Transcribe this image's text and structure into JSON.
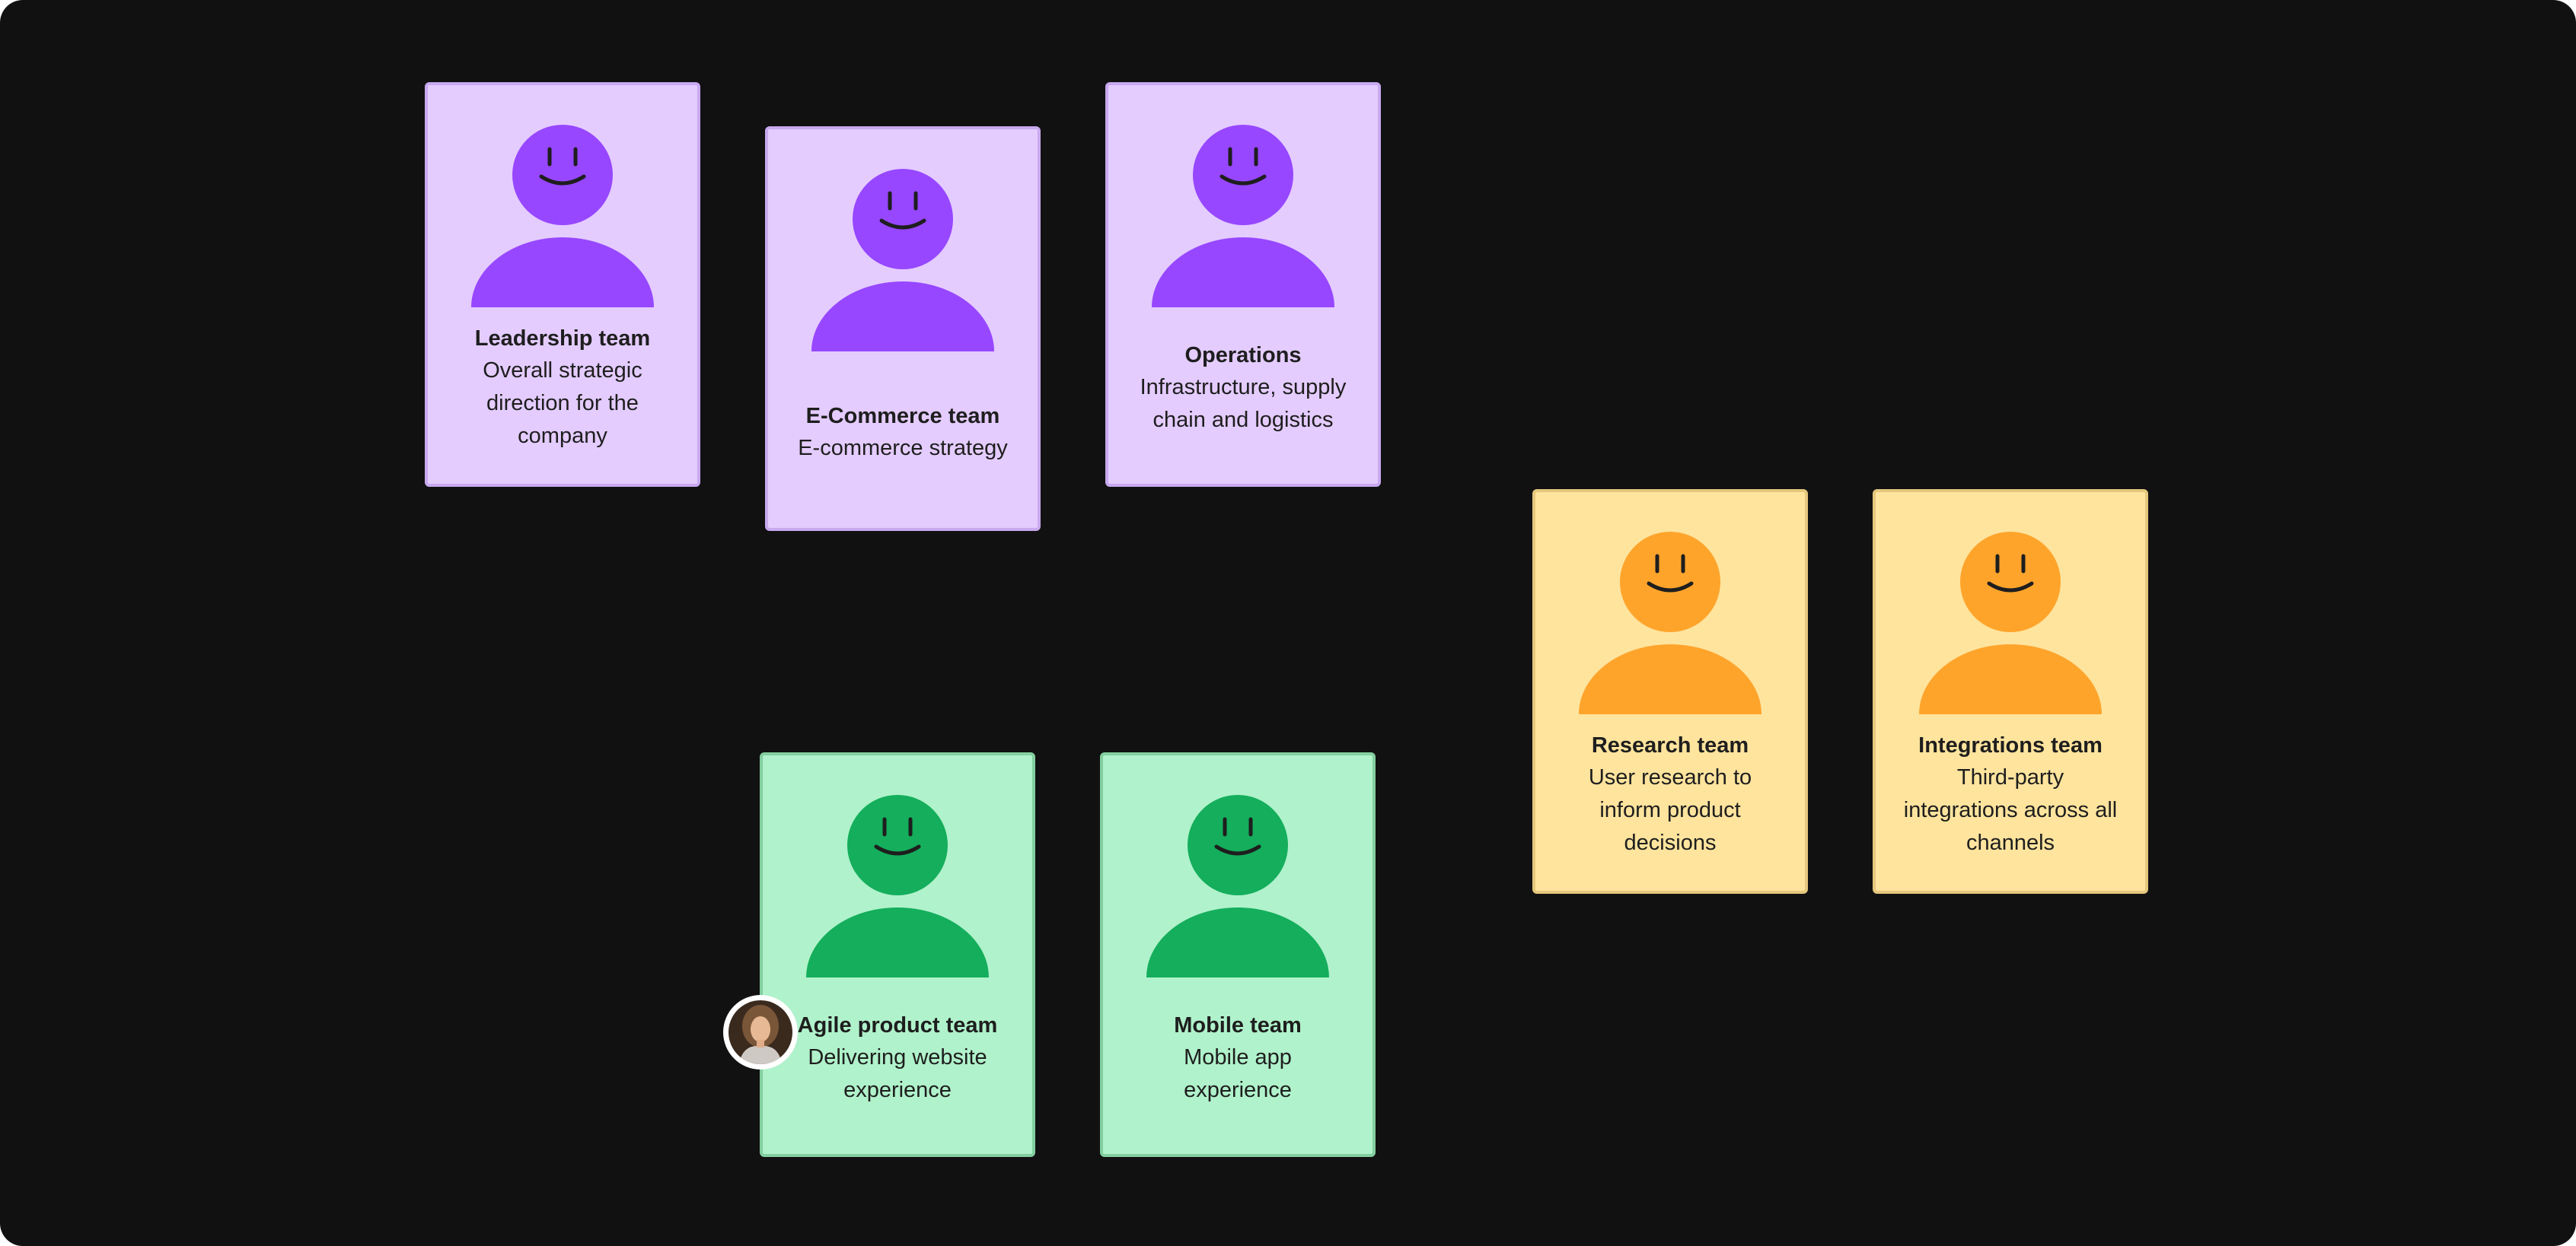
{
  "colors": {
    "background": "#111111",
    "purple": {
      "card": "#e4ccff",
      "figure": "#9747ff"
    },
    "green": {
      "card": "#b0f2cb",
      "figure": "#14ae5c"
    },
    "yellow": {
      "card": "#ffe49e",
      "figure": "#ffa42b"
    }
  },
  "cards": {
    "leadership": {
      "name": "Leadership team",
      "desc": [
        "Overall strategic",
        "direction for the",
        "company"
      ],
      "icon": "person-icon"
    },
    "ecommerce": {
      "name": "E-Commerce team",
      "desc": [
        "E-commerce strategy"
      ],
      "icon": "person-icon"
    },
    "operations": {
      "name": "Operations",
      "desc": [
        "Infrastructure, supply",
        "chain and logistics"
      ],
      "icon": "person-icon"
    },
    "research": {
      "name": "Research team",
      "desc": [
        "User research to",
        "inform product",
        "decisions"
      ],
      "icon": "person-icon"
    },
    "integrations": {
      "name": "Integrations team",
      "desc": [
        "Third-party",
        "integrations across all",
        "channels"
      ],
      "icon": "person-icon"
    },
    "agile": {
      "name": "Agile product team",
      "desc": [
        "Delivering website",
        "experience"
      ],
      "icon": "person-icon"
    },
    "mobile": {
      "name": "Mobile team",
      "desc": [
        "Mobile app",
        "experience"
      ],
      "icon": "person-icon"
    }
  },
  "collaborator": {
    "icon": "user-avatar"
  }
}
